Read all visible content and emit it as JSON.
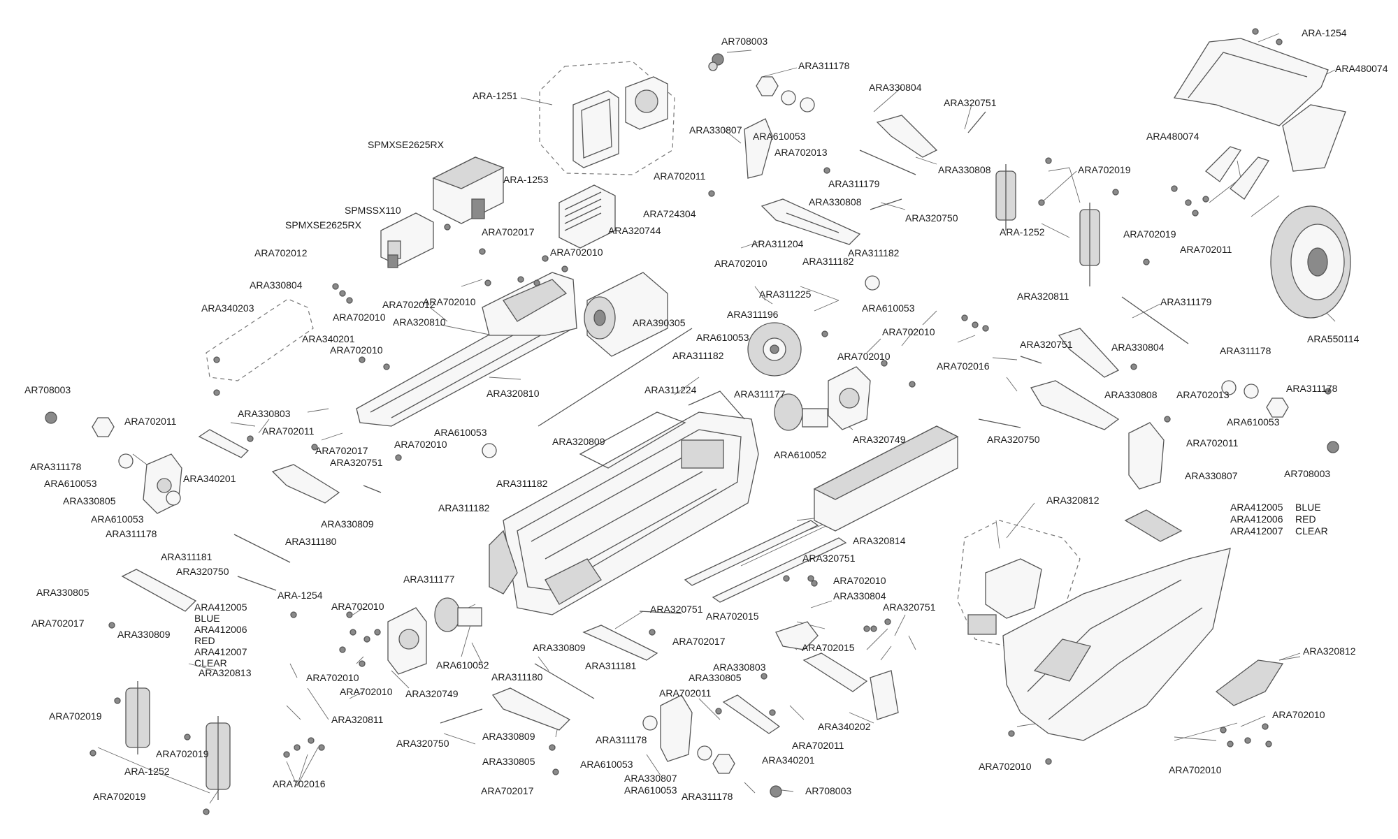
{
  "labels": {
    "l01": "AR708003",
    "l02": "ARA311178",
    "l03": "ARA-1251",
    "l04": "ARA330804",
    "l05": "ARA320751",
    "l06": "ARA-1254",
    "l07": "ARA480074",
    "l08": "ARA330807",
    "l09": "ARA610053",
    "l10": "ARA702013",
    "l11": "SPMXSE2625RX",
    "l12": "ARA-1253",
    "l13": "ARA702011",
    "l14": "ARA311179",
    "l15": "ARA330808",
    "l16": "ARA702019",
    "l17": "ARA480074",
    "l18": "ARA330808",
    "l19": "ARA724304",
    "l20": "ARA320750",
    "l21": "SPMSSX110",
    "l22": "SPMXSE2625RX",
    "l23": "ARA702017",
    "l24": "ARA320744",
    "l25": "ARA311204",
    "l26": "ARA-1252",
    "l27": "ARA702019",
    "l28": "ARA702010",
    "l29": "ARA702010",
    "l30": "ARA311182",
    "l31": "ARA311182",
    "l32": "ARA702011",
    "l33": "ARA702012",
    "l34": "ARA330804",
    "l35": "ARA702012",
    "l36": "ARA702010",
    "l37": "ARA311225",
    "l38": "ARA610053",
    "l39": "ARA320811",
    "l40": "ARA340203",
    "l41": "ARA702010",
    "l42": "ARA320810",
    "l43": "ARA390305",
    "l44": "ARA311196",
    "l45": "ARA311179",
    "l46": "ARA550114",
    "l47": "ARA340201",
    "l48": "ARA702010",
    "l49": "ARA610053",
    "l50": "ARA702010",
    "l51": "ARA320751",
    "l52": "ARA330804",
    "l53": "ARA311178",
    "l54": "ARA311182",
    "l55": "ARA702010",
    "l56": "ARA702016",
    "l57": "AR708003",
    "l58": "ARA311224",
    "l59": "ARA320810",
    "l60": "ARA311177",
    "l61": "ARA330808",
    "l62": "ARA702013",
    "l63": "ARA311178",
    "l64": "ARA702011",
    "l65": "ARA330803",
    "l66": "ARA702011",
    "l67": "ARA610053",
    "l68": "ARA320749",
    "l69": "ARA320750",
    "l70": "ARA702011",
    "l71": "AR708003",
    "l72": "ARA311178",
    "l73": "ARA702017",
    "l74": "ARA610053",
    "l75": "ARA320809",
    "l76": "ARA610052",
    "l77": "ARA320751",
    "l78": "ARA702010",
    "l79": "ARA340201",
    "l80": "ARA330807",
    "l81": "ARA610053",
    "l82": "ARA311182",
    "l83": "ARA330805",
    "l84": "ARA330809",
    "l85": "ARA311182",
    "l86": "ARA610053",
    "l87": "ARA311178",
    "l88": "ARA320814",
    "l89": "ARA320812",
    "l90": "ARA412005",
    "l91": "ARA412006",
    "l92": "ARA412007",
    "l93": "BLUE",
    "l94": "RED",
    "l95": "CLEAR",
    "l96": "ARA311181",
    "l97": "ARA311180",
    "l98": "ARA320750",
    "l99": "ARA320751",
    "l100": "ARA702010",
    "l101": "ARA330805",
    "l102": "ARA-1254",
    "l103": "ARA311177",
    "l104": "ARA330804",
    "l105": "ARA412005",
    "l106": "BLUE",
    "l107": "ARA412006",
    "l108": "RED",
    "l109": "ARA412007",
    "l110": "CLEAR",
    "l111": "ARA702017",
    "l112": "ARA330809",
    "l113": "ARA702010",
    "l114": "ARA320751",
    "l115": "ARA702015",
    "l116": "ARA320751",
    "l117": "ARA702017",
    "l118": "ARA702015",
    "l119": "ARA320813",
    "l120": "ARA702010",
    "l121": "ARA610052",
    "l122": "ARA330809",
    "l123": "ARA330803",
    "l124": "ARA320812",
    "l125": "ARA702010",
    "l126": "ARA320749",
    "l127": "ARA311180",
    "l128": "ARA311181",
    "l129": "ARA330805",
    "l130": "ARA702019",
    "l131": "ARA320811",
    "l132": "ARA702011",
    "l133": "ARA340202",
    "l134": "ARA702010",
    "l135": "ARA320750",
    "l136": "ARA330809",
    "l137": "ARA311178",
    "l138": "ARA702019",
    "l139": "ARA702011",
    "l140": "ARA610053",
    "l141": "ARA340201",
    "l142": "ARA702010",
    "l143": "ARA330805",
    "l144": "ARA330807",
    "l145": "ARA-1252",
    "l146": "ARA702016",
    "l147": "ARA610053",
    "l148": "ARA702010",
    "l149": "ARA702019",
    "l150": "ARA702017",
    "l151": "ARA311178",
    "l152": "AR708003"
  }
}
